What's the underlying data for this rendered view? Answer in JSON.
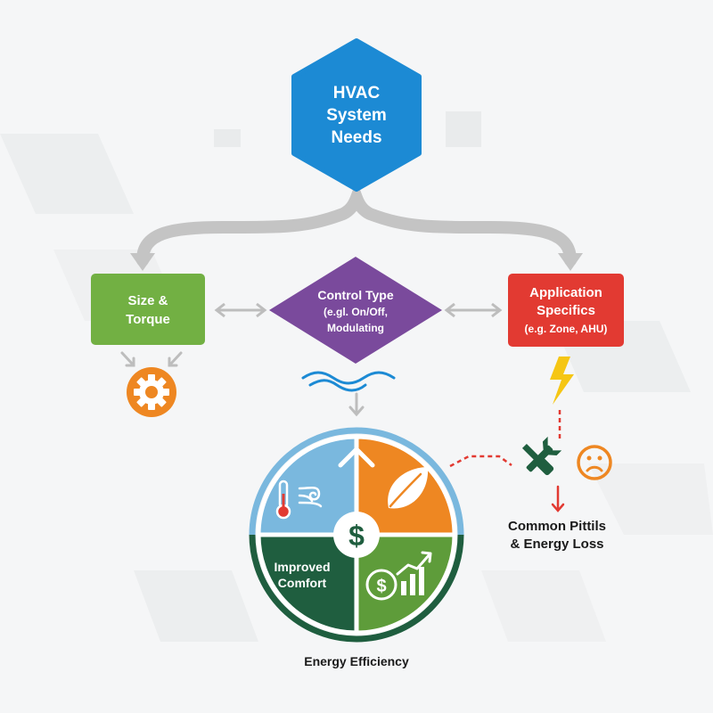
{
  "top_node": {
    "line1": "HVAC",
    "line2": "System",
    "line3": "Needs"
  },
  "left_node": {
    "line1": "Size &",
    "line2": "Torque"
  },
  "center_node": {
    "line1": "Control Type",
    "line2": "(e.gl. On/Off,",
    "line3": "Modulating"
  },
  "right_node": {
    "line1": "Application",
    "line2": "Specifics",
    "line3": "(e.g. Zone, AHU)"
  },
  "wheel": {
    "center_symbol": "$",
    "bottom_left_line1": "Improved",
    "bottom_left_line2": "Comfort",
    "dollar_symbol": "$",
    "caption": "Energy Efficiency"
  },
  "pitfalls": {
    "line1": "Common Pittils",
    "line2": "& Energy Loss"
  },
  "colors": {
    "top_node": "#1c8ad4",
    "left_node": "#72b043",
    "center_node": "#7a4a9c",
    "right_node": "#e23a32",
    "wheel_top_left": "#7ab8de",
    "wheel_top_right": "#ee8722",
    "wheel_bottom_left": "#1f5e3f",
    "wheel_bottom_right": "#5e9c3a",
    "gear": "#ee8722",
    "bolt": "#f5c614",
    "wave": "#1c8ad4",
    "connector": "#c4c4c4",
    "warning_line": "#e23a32"
  }
}
